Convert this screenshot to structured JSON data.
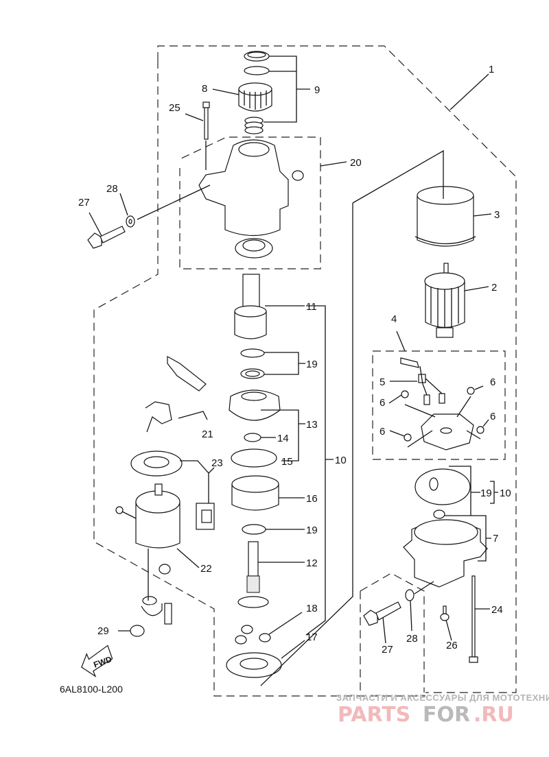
{
  "diagram": {
    "title_code": "6AL8100-L200",
    "fwd_label": "FWD",
    "callouts": {
      "c1": "1",
      "c2": "2",
      "c3": "3",
      "c4": "4",
      "c5": "5",
      "c6a": "6",
      "c6b": "6",
      "c6c": "6",
      "c6d": "6",
      "c7": "7",
      "c8": "8",
      "c9": "9",
      "c10a": "10",
      "c10b": "10",
      "c11": "11",
      "c12": "12",
      "c13": "13",
      "c14": "14",
      "c15": "15",
      "c16": "16",
      "c17": "17",
      "c18": "18",
      "c19a": "19",
      "c19b": "19",
      "c19c": "19",
      "c20": "20",
      "c21": "21",
      "c22": "22",
      "c23": "23",
      "c24": "24",
      "c25": "25",
      "c26": "26",
      "c27a": "27",
      "c27b": "27",
      "c28a": "28",
      "c28b": "28",
      "c29": "29"
    }
  },
  "watermark": {
    "subtitle": "ЗАПЧАСТИ И АКСЕССУАРЫ ДЛЯ МОТОТЕХНИКИ",
    "brand_part1": "PARTS",
    "brand_part2": "FOR",
    "brand_part3": ".RU",
    "colors": {
      "pink": "#f2b9bb",
      "gray": "#b9b9b9"
    }
  }
}
